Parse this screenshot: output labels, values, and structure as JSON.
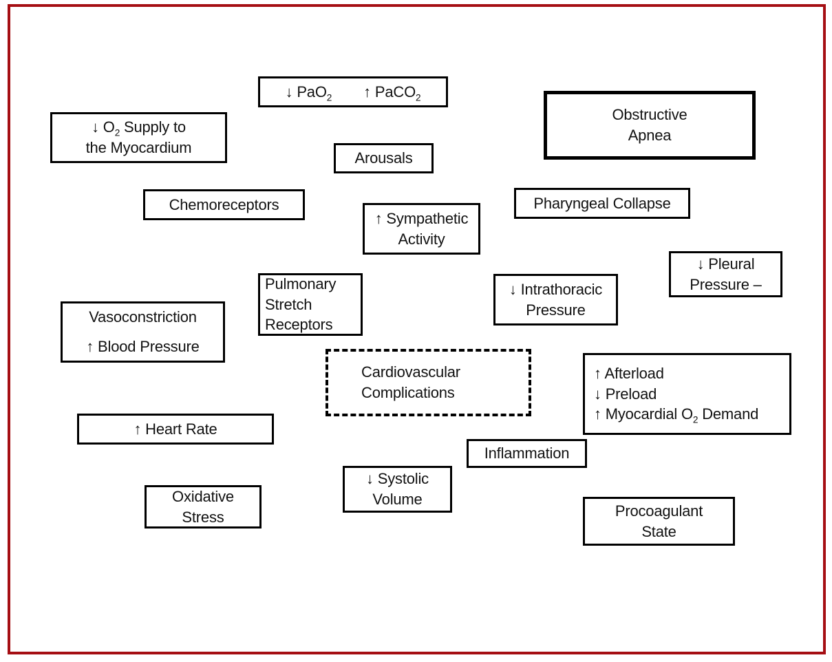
{
  "figure": {
    "frame_color": "#A50E13",
    "box_border_color": "#000000",
    "background_color": "#FFFFFF"
  },
  "boxes": {
    "blood_gases": {
      "label": "↓ PaO2   ↑ PaCO2",
      "lines": [
        [
          {
            "t": "↓ PaO"
          },
          {
            "s": "2"
          },
          {
            "gap": 46
          },
          {
            "t": "↑ PaCO"
          },
          {
            "s": "2"
          }
        ]
      ]
    },
    "o2_supply": {
      "label": "↓ O2 Supply to the Myocardium",
      "lines": [
        [
          {
            "t": "↓ O"
          },
          {
            "s": "2"
          },
          {
            "t": " Supply to"
          }
        ],
        [
          {
            "t": "the Myocardium"
          }
        ]
      ]
    },
    "obstructive_apnea": {
      "label": "Obstructive Apnea",
      "lines": [
        [
          {
            "t": "Obstructive"
          }
        ],
        [
          {
            "t": "Apnea"
          }
        ]
      ]
    },
    "arousals": {
      "label": "Arousals",
      "lines": [
        [
          {
            "t": "Arousals"
          }
        ]
      ]
    },
    "chemoreceptors": {
      "label": "Chemoreceptors",
      "lines": [
        [
          {
            "t": "Chemoreceptors"
          }
        ]
      ]
    },
    "sympathetic_activity": {
      "label": "↑ Sympathetic Activity",
      "lines": [
        [
          {
            "t": "↑ Sympathetic"
          }
        ],
        [
          {
            "t": "Activity"
          }
        ]
      ]
    },
    "pharyngeal_collapse": {
      "label": "Pharyngeal Collapse",
      "lines": [
        [
          {
            "t": "Pharyngeal Collapse"
          }
        ]
      ]
    },
    "pleural_pressure": {
      "label": "↓ Pleural Pressure –",
      "lines": [
        [
          {
            "t": "↓ Pleural"
          }
        ],
        [
          {
            "t": "Pressure –"
          }
        ]
      ]
    },
    "pulmonary_stretch_receptors": {
      "label": "Pulmonary Stretch Receptors",
      "lines": [
        [
          {
            "t": "Pulmonary"
          }
        ],
        [
          {
            "t": "Stretch"
          }
        ],
        [
          {
            "t": "Receptors"
          }
        ]
      ]
    },
    "intrathoracic_pressure": {
      "label": "↓ Intrathoracic Pressure",
      "lines": [
        [
          {
            "t": "↓ Intrathoracic"
          }
        ],
        [
          {
            "t": "Pressure"
          }
        ]
      ]
    },
    "vasoconstriction_bp": {
      "label": "Vasoconstriction ↑ Blood Pressure",
      "lines": [
        [
          {
            "t": "Vasoconstriction"
          }
        ],
        [
          {
            "t": "↑ Blood Pressure"
          }
        ]
      ]
    },
    "cardiovascular_complications": {
      "label": "Cardiovascular Complications",
      "lines": [
        [
          {
            "t": "Cardiovascular"
          }
        ],
        [
          {
            "t": "Complications"
          }
        ]
      ]
    },
    "afterload_preload_demand": {
      "label": "↑ Afterload  ↓ Preload  ↑ Myocardial O2 Demand",
      "lines": [
        [
          {
            "t": "↑ Afterload"
          }
        ],
        [
          {
            "t": "↓ Preload"
          }
        ],
        [
          {
            "t": "↑ Myocardial O"
          },
          {
            "s": "2"
          },
          {
            "t": " Demand"
          }
        ]
      ]
    },
    "heart_rate": {
      "label": "↑ Heart Rate",
      "lines": [
        [
          {
            "t": "↑ Heart Rate"
          }
        ]
      ]
    },
    "inflammation": {
      "label": "Inflammation",
      "lines": [
        [
          {
            "t": "Inflammation"
          }
        ]
      ]
    },
    "systolic_volume": {
      "label": "↓ Systolic Volume",
      "lines": [
        [
          {
            "t": "↓ Systolic"
          }
        ],
        [
          {
            "t": "Volume"
          }
        ]
      ]
    },
    "oxidative_stress": {
      "label": "Oxidative Stress",
      "lines": [
        [
          {
            "t": "Oxidative"
          }
        ],
        [
          {
            "t": "Stress"
          }
        ]
      ]
    },
    "procoagulant_state": {
      "label": "Procoagulant State",
      "lines": [
        [
          {
            "t": "Procoagulant"
          }
        ],
        [
          {
            "t": "State"
          }
        ]
      ]
    }
  }
}
